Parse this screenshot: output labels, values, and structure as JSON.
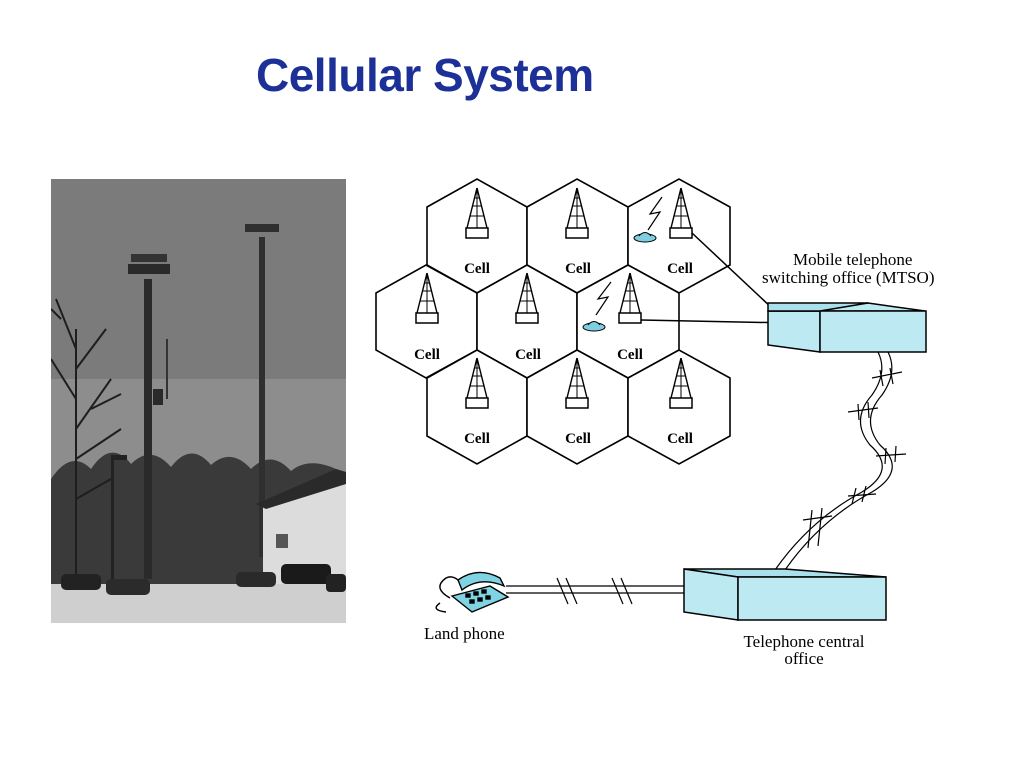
{
  "title": "Cellular System",
  "colors": {
    "title": "#1d3098",
    "office_box": "#bde9f2",
    "phone": "#7fd3e3"
  },
  "cells": [
    {
      "label": "Cell"
    },
    {
      "label": "Cell"
    },
    {
      "label": "Cell"
    },
    {
      "label": "Cell"
    },
    {
      "label": "Cell"
    },
    {
      "label": "Cell"
    },
    {
      "label": "Cell"
    },
    {
      "label": "Cell"
    },
    {
      "label": "Cell"
    }
  ],
  "mtso": {
    "line1": "Mobile  telephone",
    "line2": "switching office (MTSO)"
  },
  "central_office": {
    "line1": "Telephone central",
    "line2": "office"
  },
  "land_phone": {
    "label": "Land phone"
  },
  "icons": [
    "antenna-tower-icon",
    "car-icon",
    "lightning-icon",
    "telephone-icon"
  ]
}
